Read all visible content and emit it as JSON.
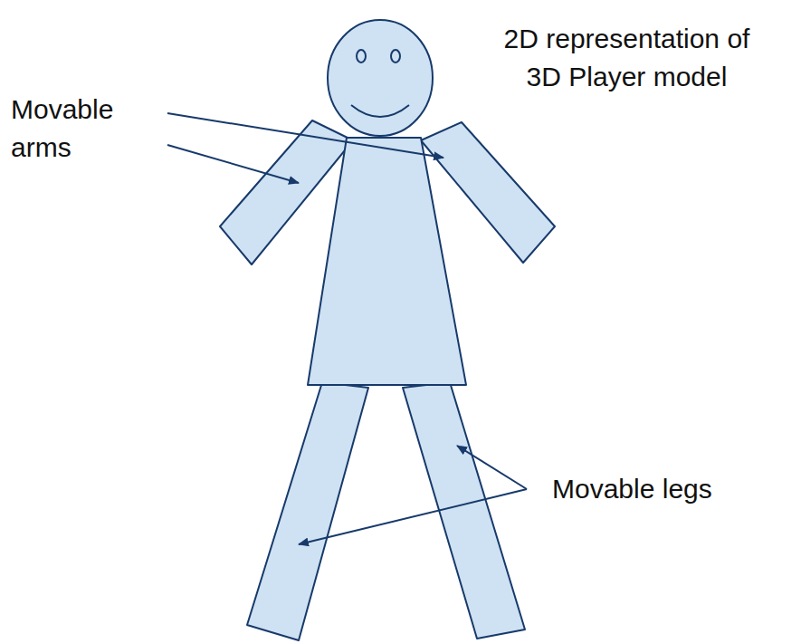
{
  "diagram": {
    "labels": [
      "Movable arms",
      "2D representation of 3D Player model",
      "Movable legs"
    ]
  }
}
